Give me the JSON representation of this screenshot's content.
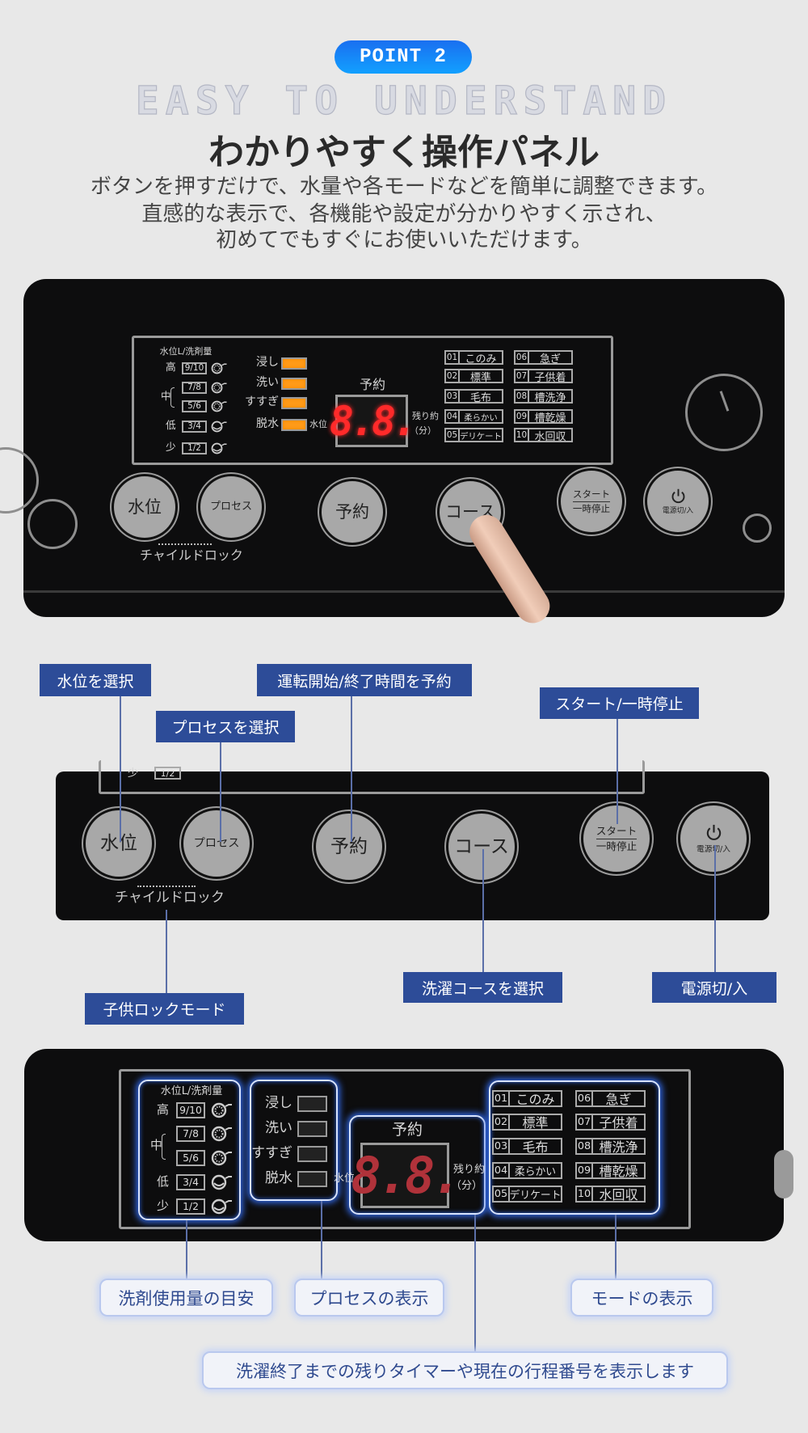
{
  "header": {
    "badge": "POINT 2",
    "bg_text": "EASY TO UNDERSTAND",
    "title": "わかりやすく操作パネル",
    "description": [
      "ボタンを押すだけで、水量や各モードなどを簡単に調整できます。",
      "直感的な表示で、各機能や設定が分かりやすく示され、",
      "初めてでもすぐにお使いいただけます。"
    ]
  },
  "panel": {
    "water_header": "水位L/洗剤量",
    "middle_label": "中",
    "water_levels": [
      {
        "label": "高",
        "value": "9/10"
      },
      {
        "label": "",
        "value": "7/8"
      },
      {
        "label": "",
        "value": "5/6"
      },
      {
        "label": "低",
        "value": "3/4"
      },
      {
        "label": "少",
        "value": "1/2"
      }
    ],
    "processes": [
      "浸し",
      "洗い",
      "すすぎ",
      "脱水"
    ],
    "water_label": "水位",
    "reserve_label": "予約",
    "display_value": "8.8.",
    "remaining_label": "残り約",
    "minutes_label": "（分）",
    "modes": [
      {
        "num": "01",
        "label": "このみ"
      },
      {
        "num": "02",
        "label": "標準"
      },
      {
        "num": "03",
        "label": "毛布"
      },
      {
        "num": "04",
        "label": "柔らかい"
      },
      {
        "num": "05",
        "label": "デリケート"
      },
      {
        "num": "06",
        "label": "急ぎ"
      },
      {
        "num": "07",
        "label": "子供着"
      },
      {
        "num": "08",
        "label": "槽洗浄"
      },
      {
        "num": "09",
        "label": "槽乾燥"
      },
      {
        "num": "10",
        "label": "水回収"
      }
    ]
  },
  "buttons": {
    "water": "水位",
    "process": "プロセス",
    "reserve": "予約",
    "course": "コース",
    "start_top": "スタート",
    "start_bottom": "一時停止",
    "power": "電源切/入",
    "child_lock": "チャイルドロック"
  },
  "callouts_top": {
    "water": "水位を選択",
    "process": "プロセスを選択",
    "reserve": "運転開始/終了時間を予約",
    "start": "スタート/一時停止",
    "child_lock": "子供ロックモード",
    "course": "洗濯コースを選択",
    "power": "電源切/入"
  },
  "callouts_bottom": {
    "detergent": "洗剤使用量の目安",
    "process": "プロセスの表示",
    "mode": "モードの表示",
    "timer": "洗濯終了までの残りタイマーや現在の行程番号を表示します"
  },
  "colors": {
    "badge": "#1a8cff",
    "callout_bg": "#2d4c98",
    "led_on": "#ff9c1a",
    "display_on": "#ff2a2a",
    "display_off": "#b0323a",
    "glow": "#2f62d8"
  },
  "states": {
    "panel1_leds_on": true,
    "panel3_leds_on": false
  }
}
